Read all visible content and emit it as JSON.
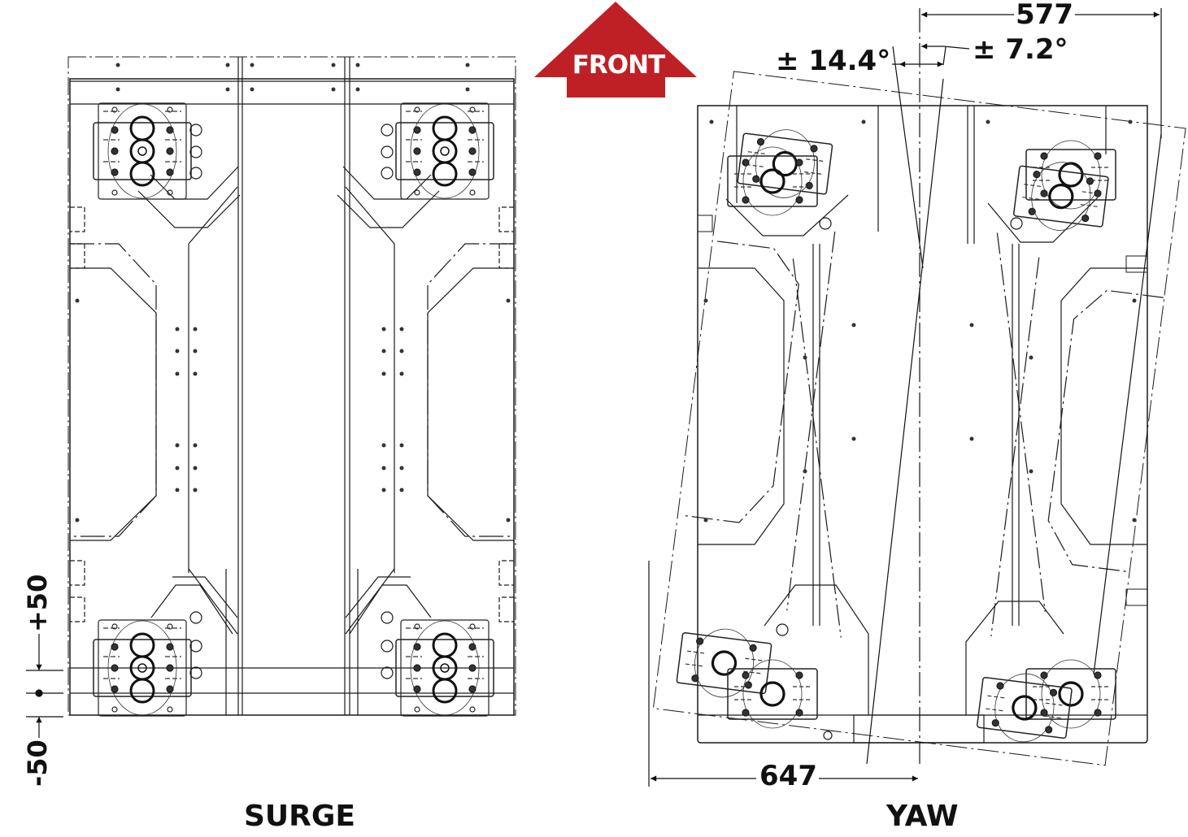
{
  "indicator": {
    "label": "FRONT",
    "color": "#be2026"
  },
  "views": {
    "surge": {
      "title": "SURGE",
      "dimensions": {
        "plus": "+50",
        "minus": "-50"
      }
    },
    "yaw": {
      "title": "YAW",
      "dimensions": {
        "top_width": "577",
        "bottom_width": "647",
        "angle_outer": "± 14.4°",
        "angle_inner": "± 7.2°"
      }
    }
  },
  "colors": {
    "line": "#1a1a1a",
    "dim_line": "#222222",
    "background": "#ffffff"
  }
}
